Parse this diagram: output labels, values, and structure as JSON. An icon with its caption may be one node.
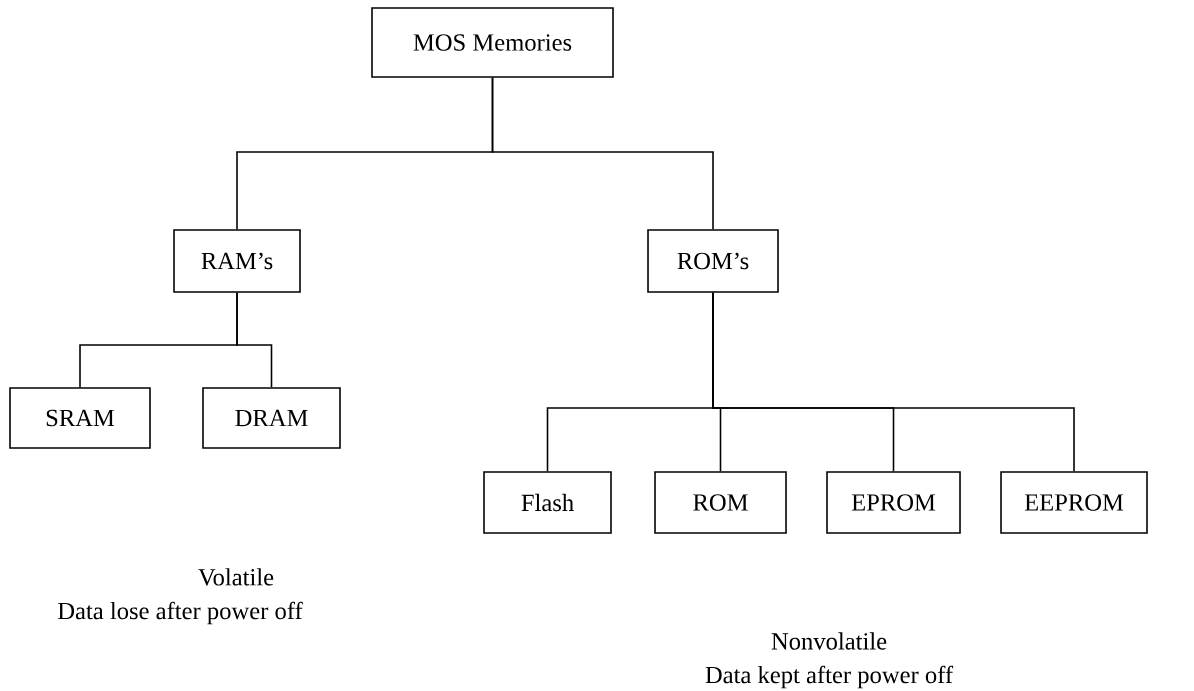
{
  "diagram": {
    "nodes": [
      {
        "text": [
          "MOS Memories"
        ]
      },
      {
        "text": [
          "RAM’s"
        ]
      },
      {
        "text": [
          "ROM’s"
        ]
      },
      {
        "text": [
          "SRAM"
        ]
      },
      {
        "text": [
          "DRAM"
        ]
      },
      {
        "text": [
          "Flash"
        ]
      },
      {
        "text": [
          "ROM"
        ]
      },
      {
        "text": [
          "EPROM"
        ]
      },
      {
        "text": [
          "EEPROM"
        ]
      }
    ],
    "edges": [
      {
        "from": 0,
        "to": 1,
        "arrow": "none"
      },
      {
        "from": 0,
        "to": 2,
        "arrow": "none"
      },
      {
        "from": 1,
        "to": 3,
        "arrow": "none"
      },
      {
        "from": 1,
        "to": 4,
        "arrow": "none"
      },
      {
        "from": 2,
        "to": 5,
        "arrow": "none"
      },
      {
        "from": 2,
        "to": 6,
        "arrow": "none"
      },
      {
        "from": 2,
        "to": 7,
        "arrow": "none"
      },
      {
        "from": 2,
        "to": 8,
        "arrow": "none"
      }
    ],
    "labels": [
      "Volatile",
      "Data lose after power off",
      "Nonvolatile",
      "Data kept after power off"
    ]
  }
}
